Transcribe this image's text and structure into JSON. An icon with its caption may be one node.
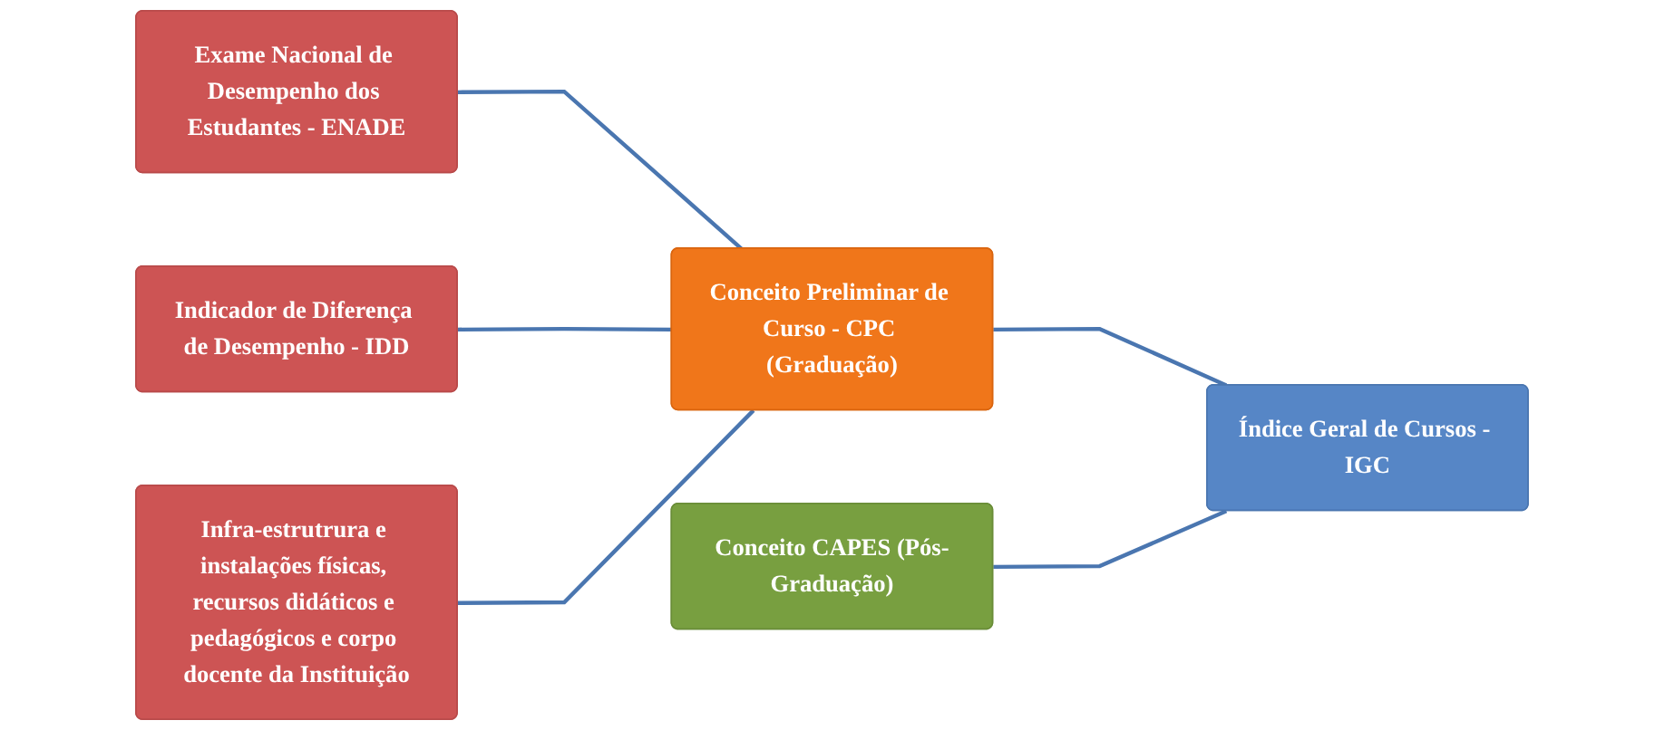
{
  "diagram": {
    "nodes": [
      {
        "text": [
          "Exame Nacional de Desempenho dos Estudantes - ENADE"
        ]
      },
      {
        "text": [
          "Indicador de Diferença de Desempenho - IDD"
        ]
      },
      {
        "text": [
          "Infra-estrutrura e instalações físicas, recursos didáticos e pedagógicos e corpo docente da Instituição"
        ]
      },
      {
        "text": [
          "Conceito Preliminar de Curso - CPC (Graduação)"
        ]
      },
      {
        "text": [
          "Conceito CAPES (Pós-Graduação)"
        ]
      },
      {
        "text": [
          "Índice Geral de Cursos - IGC"
        ]
      }
    ],
    "edges": [
      {
        "from": 0,
        "to": 3,
        "arrow": "none"
      },
      {
        "from": 1,
        "to": 3,
        "arrow": "none"
      },
      {
        "from": 2,
        "to": 3,
        "arrow": "none"
      },
      {
        "from": 3,
        "to": 5,
        "arrow": "none"
      },
      {
        "from": 4,
        "to": 5,
        "arrow": "none"
      }
    ]
  }
}
